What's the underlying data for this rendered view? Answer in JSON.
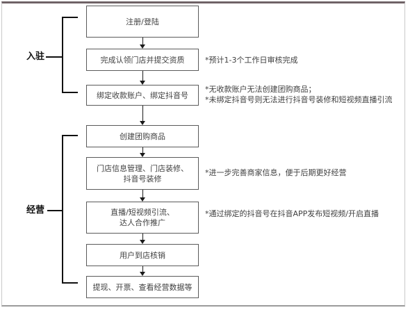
{
  "diagram": {
    "groups": [
      {
        "label": "入驻"
      },
      {
        "label": "经营"
      }
    ],
    "steps": [
      {
        "label": "注册/登陆"
      },
      {
        "label": "完成认领门店并提交资质"
      },
      {
        "label": "绑定收款账户、绑定抖音号"
      },
      {
        "label": "创建团购商品"
      },
      {
        "label": "门店信息管理、门店装修、\n抖音号装修"
      },
      {
        "label": "直播/短视频引流、\n达人合作推广"
      },
      {
        "label": "用户到店核销"
      },
      {
        "label": "提现、开票、查看经营数据等"
      }
    ],
    "notes": [
      {
        "text": "*预计1-3个工作日审核完成"
      },
      {
        "text": "*无收款账户无法创建团购商品；\n*未绑定抖音号则无法进行抖音号装修和短视频直播引流"
      },
      {
        "text": "*进一步完善商家信息，便于后期更好经营"
      },
      {
        "text": "*通过绑定的抖音号在抖音APP发布短视频/开启直播"
      }
    ],
    "colors": {
      "box_border": "#5a5a5a",
      "text": "#404040",
      "line": "#1a1a1a",
      "frame_top": "#6f6266",
      "frame_side": "#c9c9c9",
      "frame_bottom": "#9b9b9b",
      "background": "#ffffff"
    }
  }
}
